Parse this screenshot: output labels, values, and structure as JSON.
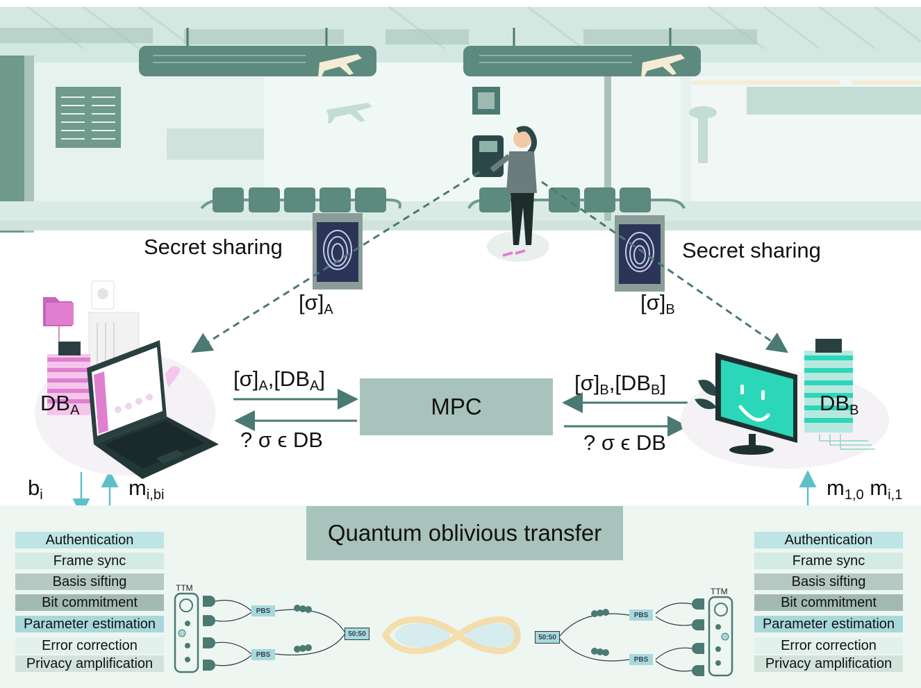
{
  "labels": {
    "secret_sharing_left": "Secret sharing",
    "secret_sharing_right": "Secret sharing",
    "share_a_base": "[σ]",
    "share_a_sub": "A",
    "share_b_base": "[σ]",
    "share_b_sub": "B",
    "to_mpc_a_1": "[σ]",
    "to_mpc_a_2": "A",
    "to_mpc_a_3": ",[DB",
    "to_mpc_a_4": "A",
    "to_mpc_a_5": "]",
    "to_mpc_b_1": "[σ]",
    "to_mpc_b_2": "B",
    "to_mpc_b_3": ",[DB",
    "to_mpc_b_4": "B",
    "to_mpc_b_5": "]",
    "query_left": "? σ ϵ DB",
    "query_right": "? σ ϵ DB",
    "db_a_base": "DB",
    "db_a_sub": "A",
    "db_b_base": "DB",
    "db_b_sub": "B",
    "b_i_base": "b",
    "b_i_sub": "i",
    "m_ibi_base": "m",
    "m_ibi_sub": "i,bi",
    "m10_base": "m",
    "m10_sub": "1,0",
    "mi1_base": "m",
    "mi1_sub": "i,1",
    "ttm_left": "TTM",
    "ttm_right": "TTM",
    "pbs": "PBS",
    "bs": "50:50"
  },
  "mpc": "MPC",
  "qot": "Quantum oblivious transfer",
  "stack_left": [
    "Authentication",
    "Frame sync",
    "Basis sifting",
    "Bit commitment",
    "Parameter estimation",
    "Error correction",
    "Privacy amplification"
  ],
  "stack_right": [
    "Authentication",
    "Frame sync",
    "Basis sifting",
    "Bit commitment",
    "Parameter estimation",
    "Error correction",
    "Privacy amplification"
  ],
  "colors": {
    "airport_bg": "#dfeee8",
    "panel": "#6f9a8c",
    "mpc_box": "#a8c3bb",
    "qot_bg": "#eef6f2",
    "arrow": "#4a7a72",
    "cyan_arrow": "#5fbfc8",
    "layer_colors": [
      "#bde5e5",
      "#d3ebe3",
      "#b5c9c2",
      "#a3bab3",
      "#a8d8dc",
      "#e3f1ec",
      "#d3e3dc"
    ],
    "screen": "#2bd7b8",
    "laptop_dark": "#1f3a3a",
    "pink": "#e07fd0"
  },
  "icons": [
    "airplane-icon",
    "fingerprint-icon",
    "laptop-icon",
    "monitor-smiley-icon",
    "server-rack-icon",
    "folder-icon",
    "infinity-icon"
  ]
}
